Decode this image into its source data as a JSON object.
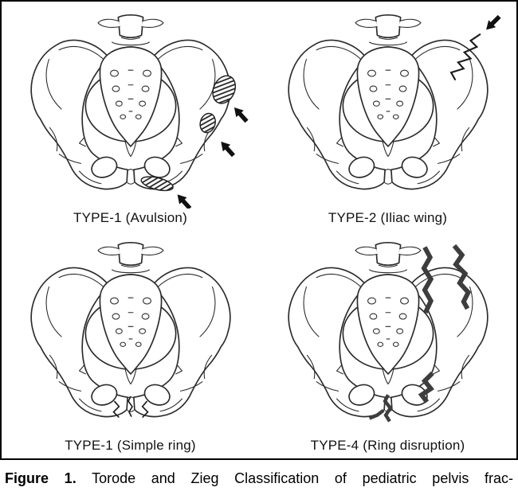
{
  "figure": {
    "panels": [
      {
        "id": "type1-avulsion",
        "label": "TYPE-1 (Avulsion)"
      },
      {
        "id": "type2-iliac-wing",
        "label": "TYPE-2 (Iliac wing)"
      },
      {
        "id": "type1-simple-ring",
        "label": "TYPE-1 (Simple ring)"
      },
      {
        "id": "type4-ring-disruption",
        "label": "TYPE-4 (Ring disruption)"
      }
    ],
    "caption": {
      "label": "Figure 1.",
      "text": "Torode and Zieg Classification of pediatric pelvis frac-"
    }
  },
  "colors": {
    "outline": "#2b2b2b",
    "fracture_dark": "#3d3d3d",
    "hatch": "#222222",
    "border": "#000000",
    "background": "#ffffff"
  }
}
